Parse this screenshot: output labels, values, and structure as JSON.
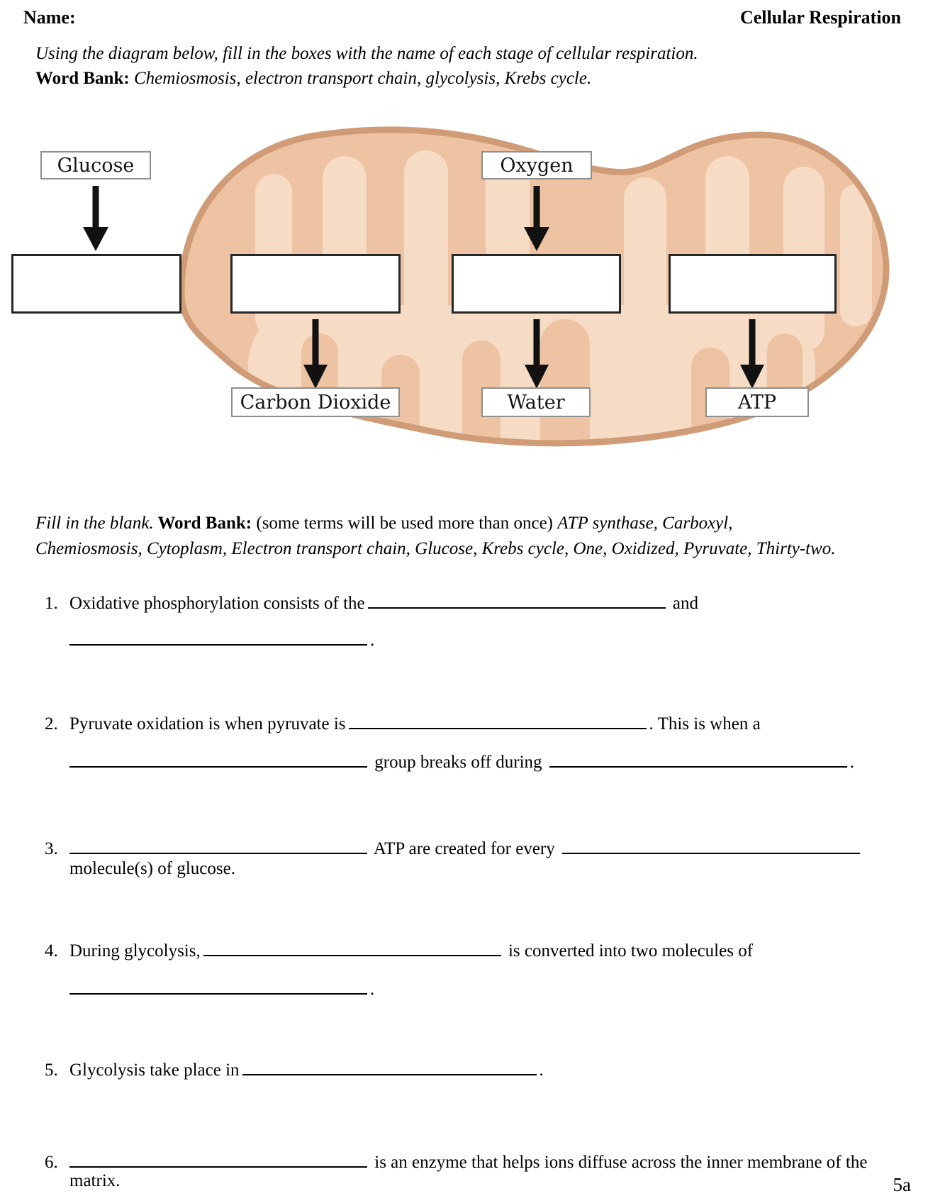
{
  "header": {
    "name_label": "Name:",
    "title": "Cellular Respiration"
  },
  "instructions": {
    "line1": "Using the diagram below, fill in the boxes with the name of each stage of cellular respiration.",
    "wb_label": "Word Bank:",
    "wb_terms": " Chemiosmosis, electron transport chain, glycolysis, Krebs cycle."
  },
  "diagram": {
    "inputs": [
      {
        "label": "Glucose"
      },
      {
        "label": "Oxygen"
      }
    ],
    "outputs": [
      {
        "label": "Carbon Dioxide"
      },
      {
        "label": "Water"
      },
      {
        "label": "ATP"
      }
    ],
    "stage_blanks": [
      "",
      "",
      "",
      ""
    ],
    "colors": {
      "membrane": "#d09b77",
      "outer_fill": "#edc3a3",
      "matrix_fill": "#f6dcc5",
      "arrow": "#111111"
    }
  },
  "fib": {
    "intro": "Fill in the blank.",
    "label": " Word Bank:",
    "note": " (some terms will be used more than once) ",
    "terms1": "ATP synthase, Carboxyl,",
    "terms2": "Chemiosmosis, Cytoplasm, Electron transport chain, Glucose, Krebs cycle, One, Oxidized, Pyruvate, Thirty-two."
  },
  "questions": [
    {
      "number": "1.",
      "line1_pre": "Oxidative phosphorylation consists of the",
      "line1_post": " and",
      "line2_post": "."
    },
    {
      "number": "2.",
      "line1_pre": "Pyruvate oxidation is when pyruvate is",
      "line1_post": ". This is when a",
      "line2_mid": " group breaks off during ",
      "line2_post": "."
    },
    {
      "number": "3.",
      "line1_mid": " ATP are created for every ",
      "line2": "molecule(s) of glucose."
    },
    {
      "number": "4.",
      "line1_pre": "During glycolysis,",
      "line1_post": " is converted into two molecules of",
      "line2_post": "."
    },
    {
      "number": "5.",
      "line1_pre": "Glycolysis take place in",
      "line1_post": "."
    },
    {
      "number": "6.",
      "line1_mid": " is an enzyme that helps ions diffuse across the inner membrane of the",
      "line2": "matrix."
    }
  ],
  "footer": {
    "page": "5a"
  }
}
